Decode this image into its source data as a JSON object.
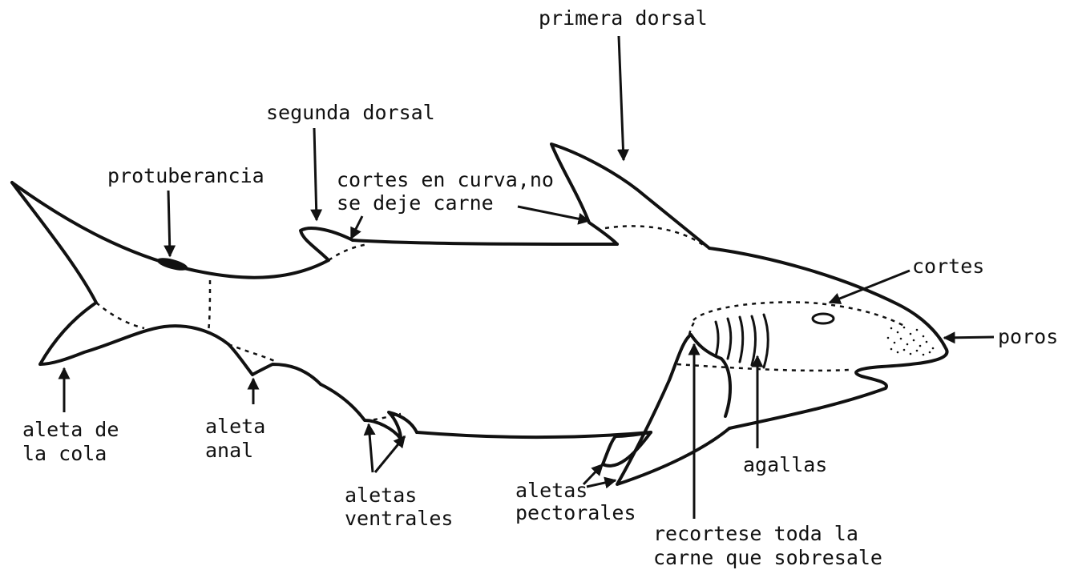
{
  "labels": {
    "primera_dorsal": "primera dorsal",
    "segunda_dorsal": "segunda dorsal",
    "protuberancia": "protuberancia",
    "cortes_curva_1": "cortes en curva,no",
    "cortes_curva_2": "se deje carne",
    "cortes": "cortes",
    "poros": "poros",
    "aleta_cola_1": "aleta de",
    "aleta_cola_2": "la cola",
    "aleta_anal_1": "aleta",
    "aleta_anal_2": "anal",
    "ventrales_1": "aletas",
    "ventrales_2": "ventrales",
    "pectorales_1": "aletas",
    "pectorales_2": "pectorales",
    "agallas": "agallas",
    "recortese_1": "recortese toda la",
    "recortese_2": "carne que sobresale"
  },
  "colors": {
    "ink": "#111111",
    "paper": "#ffffff"
  }
}
